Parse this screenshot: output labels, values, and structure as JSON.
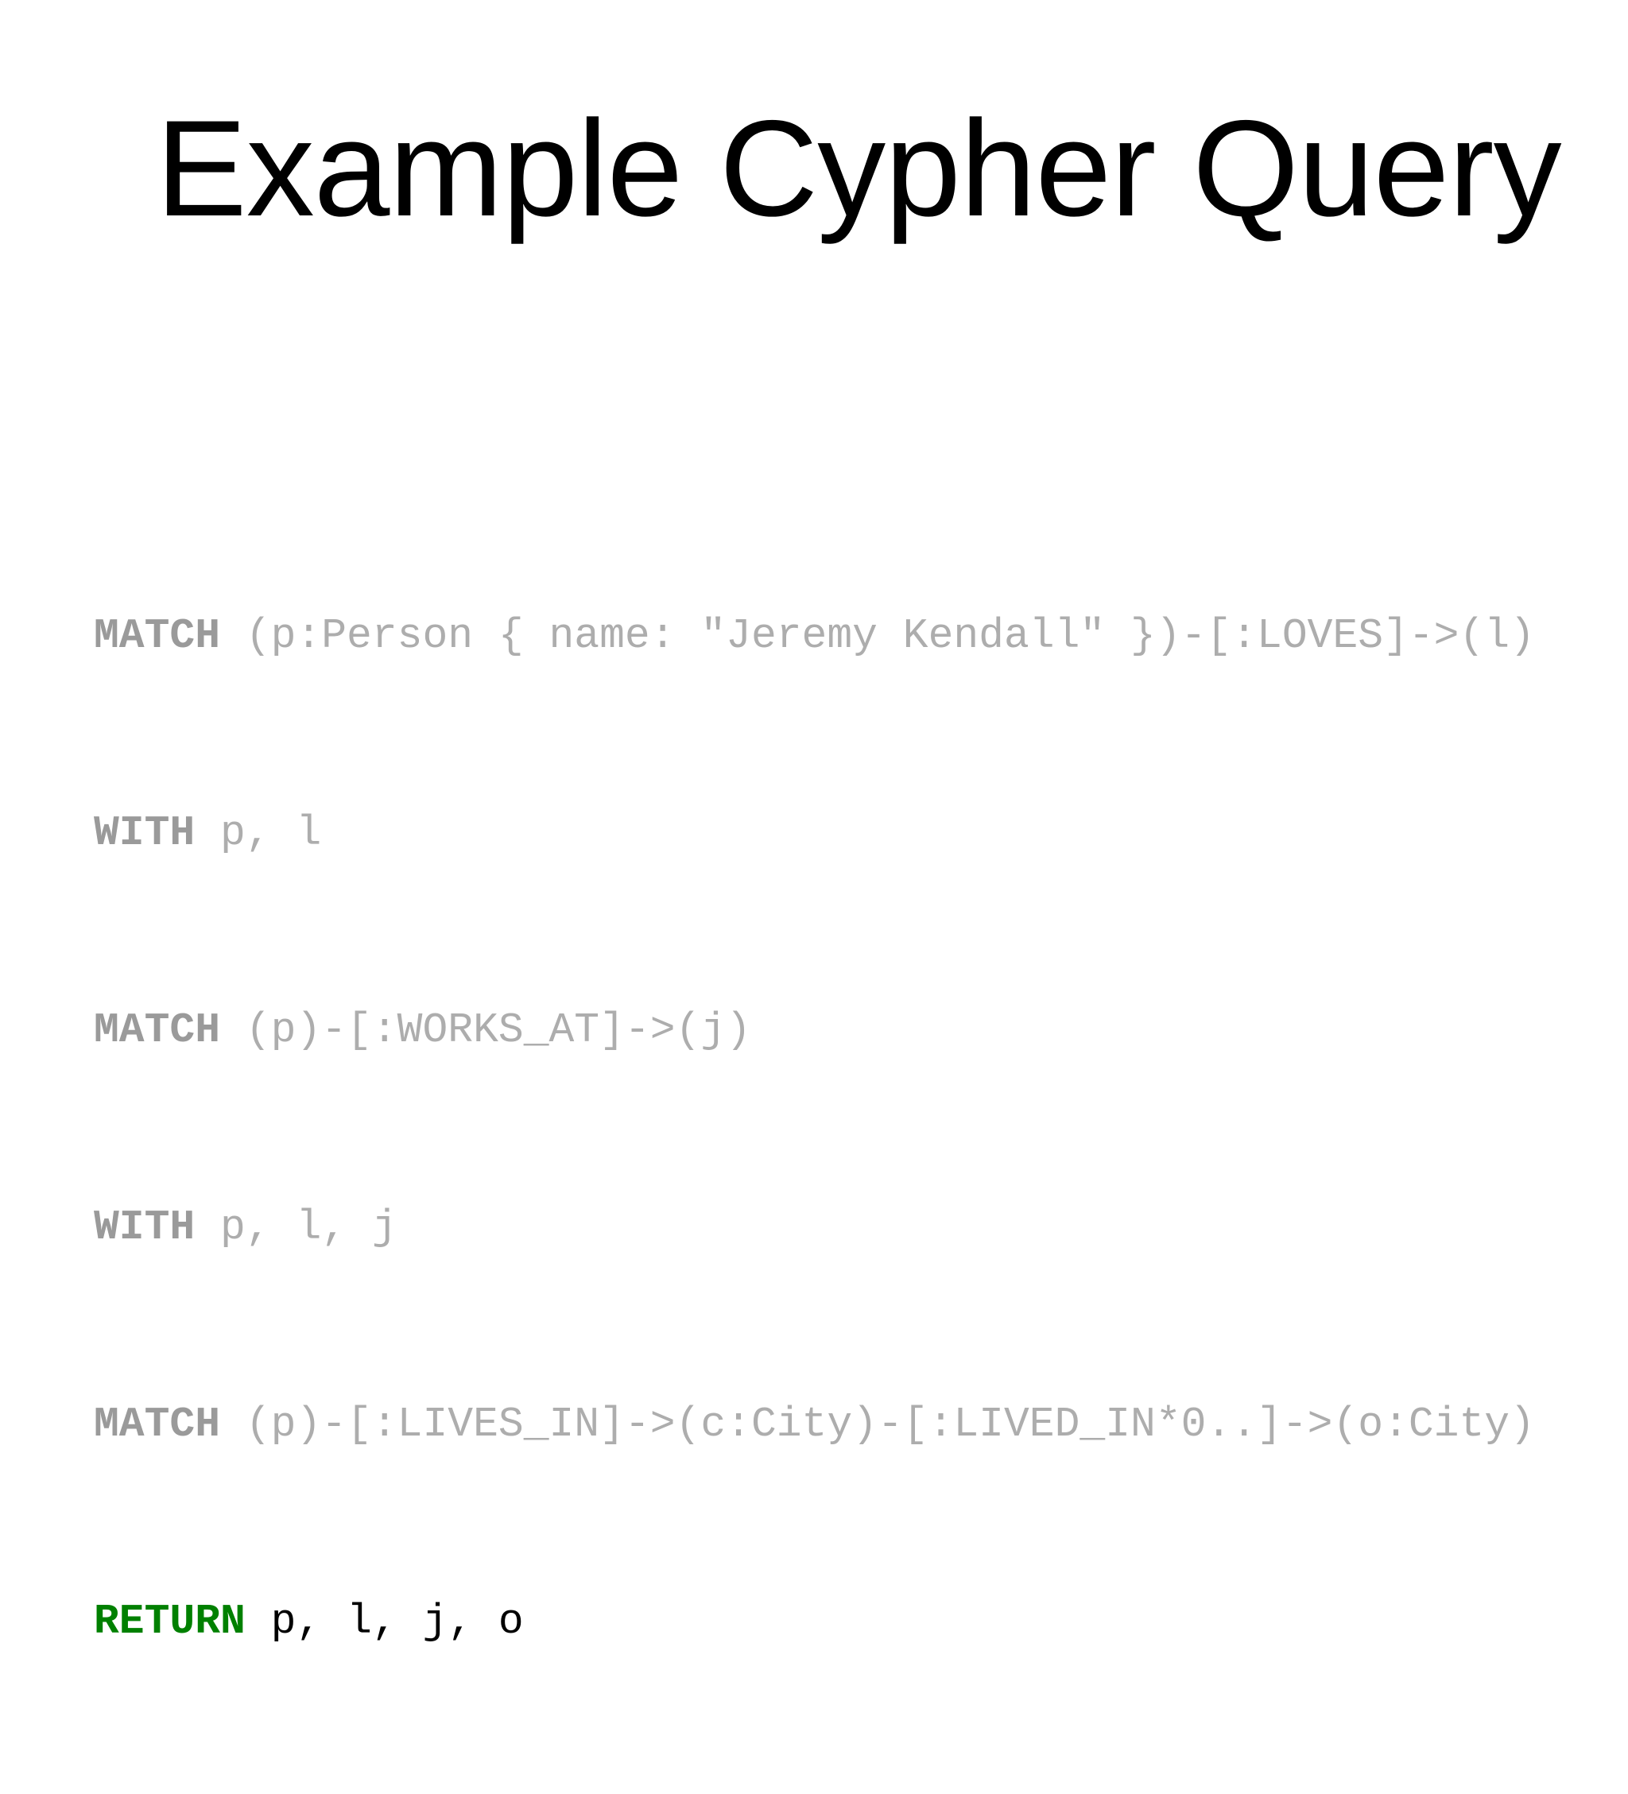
{
  "slide": {
    "title": "Example Cypher Query",
    "background_color": "#ffffff",
    "title_color": "#000000"
  },
  "code": {
    "language": "cypher",
    "keyword_color": "#9a9a9a",
    "body_color": "#adadad",
    "return_keyword_color": "#008000",
    "return_body_color": "#000000",
    "lines": [
      {
        "keyword": "MATCH",
        "body": " (p:Person { name: \"Jeremy Kendall\" })-[:LOVES]->(l)"
      },
      {
        "keyword": "WITH",
        "body": " p, l"
      },
      {
        "keyword": "MATCH",
        "body": " (p)-[:WORKS_AT]->(j)"
      },
      {
        "keyword": "WITH",
        "body": " p, l, j"
      },
      {
        "keyword": "MATCH",
        "body": " (p)-[:LIVES_IN]->(c:City)-[:LIVED_IN*0..]->(o:City)"
      },
      {
        "keyword": "RETURN",
        "body": " p, l, j, o"
      }
    ]
  }
}
